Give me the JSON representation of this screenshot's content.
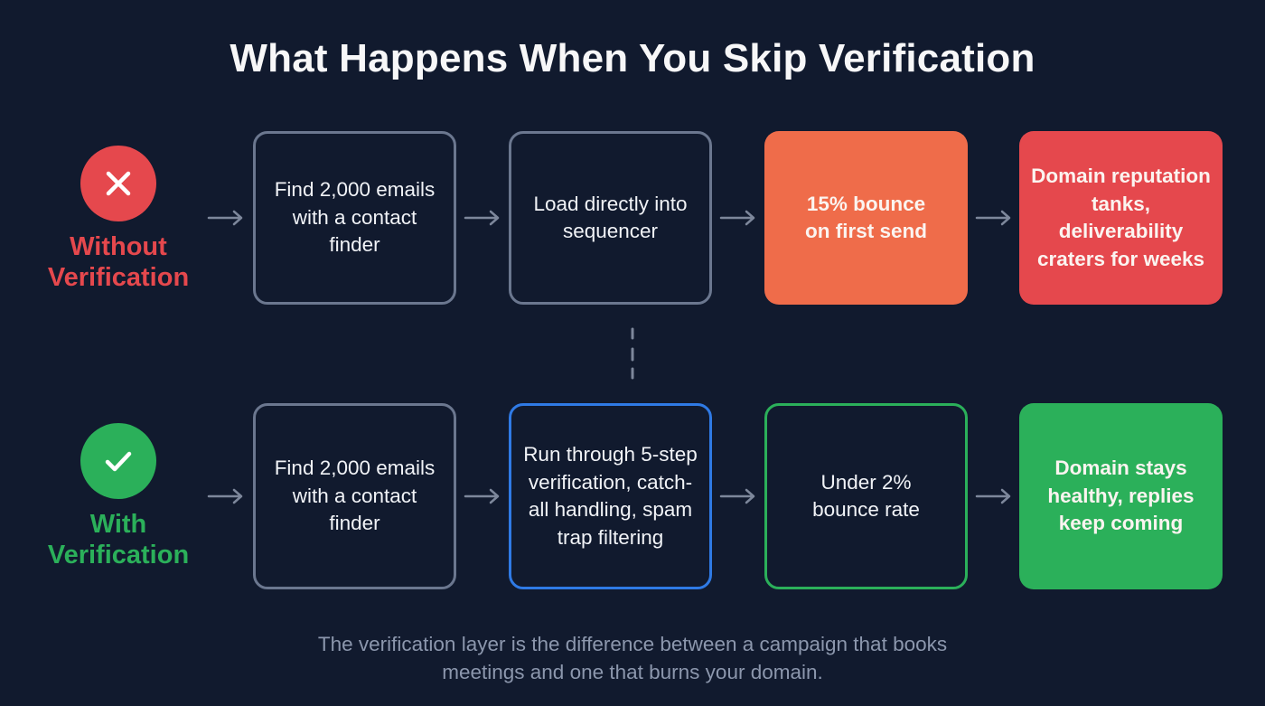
{
  "title": "What Happens When You Skip Verification",
  "colors": {
    "background": "#111a2e",
    "danger": "#e5484d",
    "warning_orange": "#ef6c4a",
    "success": "#2bb05a",
    "accent_blue": "#2f7ae5",
    "neutral_border": "#6b778f",
    "footer_text": "#8c97ad"
  },
  "rows": [
    {
      "id": "without",
      "icon": "x-circle-icon",
      "label_line1": "Without",
      "label_line2": "Verification",
      "label_color": "#e5484d",
      "steps": [
        {
          "text": "Find 2,000 emails with a contact finder",
          "style": "outline"
        },
        {
          "text": "Load directly into sequencer",
          "style": "outline"
        },
        {
          "text": "15% bounce on first send",
          "style": "filled-orange"
        },
        {
          "text": "Domain reputation tanks, deliverability craters for weeks",
          "style": "filled-red"
        }
      ]
    },
    {
      "id": "with",
      "icon": "check-circle-icon",
      "label_line1": "With",
      "label_line2": "Verification",
      "label_color": "#2bb05a",
      "steps": [
        {
          "text": "Find 2,000 emails with a contact finder",
          "style": "outline"
        },
        {
          "text": "Run through 5-step verification, catch-all handling, spam trap filtering",
          "style": "outline-blue"
        },
        {
          "text": "Under 2% bounce rate",
          "style": "outline-green"
        },
        {
          "text": "Domain stays healthy, replies keep coming",
          "style": "filled-green"
        }
      ]
    }
  ],
  "footer": {
    "line1": "The verification layer is the difference between a campaign that books",
    "line2": "meetings and one that burns your domain."
  }
}
